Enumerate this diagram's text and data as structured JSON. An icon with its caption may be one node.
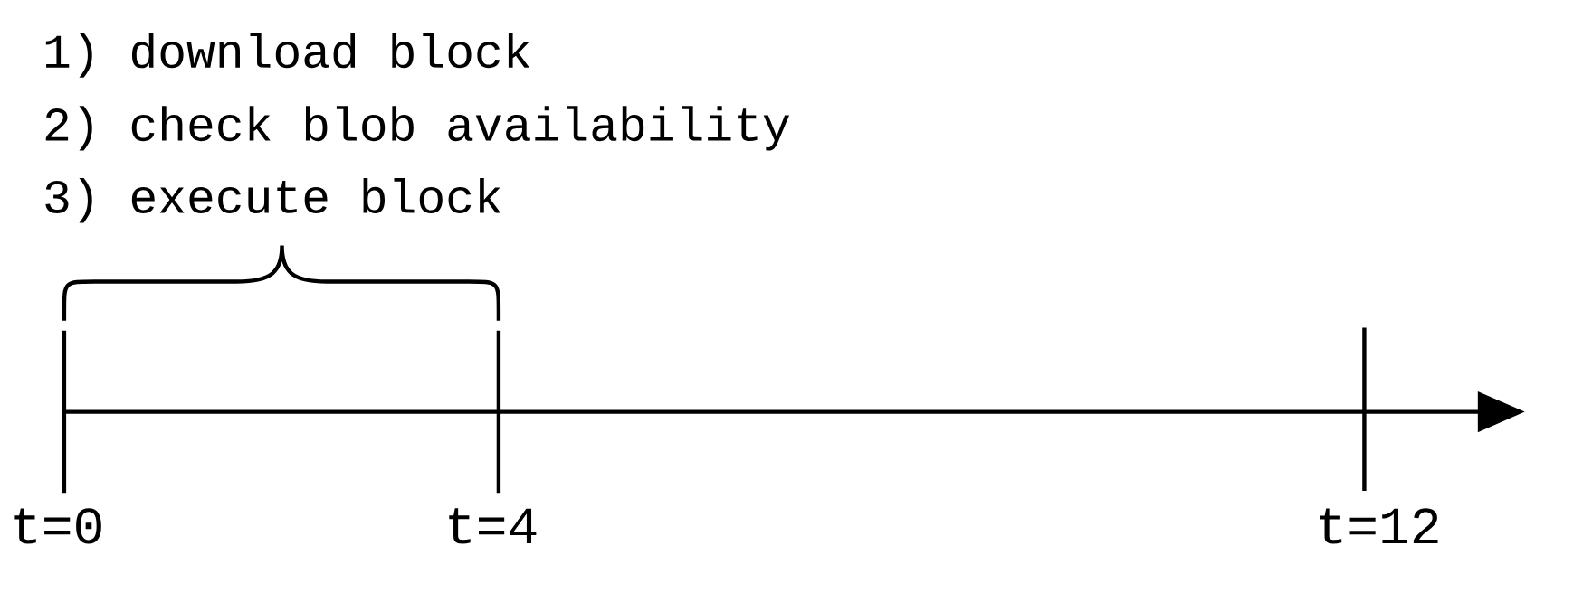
{
  "diagram": {
    "labels": [
      "1) download block",
      "2) check blob availability",
      "3) execute block",
      "t=0",
      "t=4",
      "t=12"
    ]
  }
}
